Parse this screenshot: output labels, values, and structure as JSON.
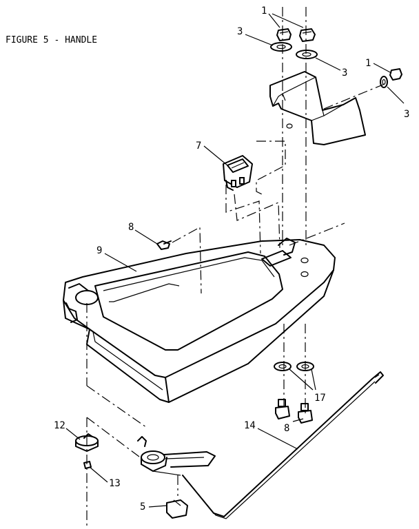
{
  "title": "FIGURE 5 - HANDLE",
  "callouts": [
    {
      "id": "c1a",
      "text": "1"
    },
    {
      "id": "c3a",
      "text": "3"
    },
    {
      "id": "c3b",
      "text": "3"
    },
    {
      "id": "c1b",
      "text": "1"
    },
    {
      "id": "c3c",
      "text": "3"
    },
    {
      "id": "c7",
      "text": "7"
    },
    {
      "id": "c8a",
      "text": "8"
    },
    {
      "id": "c9",
      "text": "9"
    },
    {
      "id": "c17",
      "text": "17"
    },
    {
      "id": "c8b",
      "text": "8"
    },
    {
      "id": "c14",
      "text": "14"
    },
    {
      "id": "c12",
      "text": "12"
    },
    {
      "id": "c13",
      "text": "13"
    },
    {
      "id": "c5",
      "text": "5"
    }
  ]
}
